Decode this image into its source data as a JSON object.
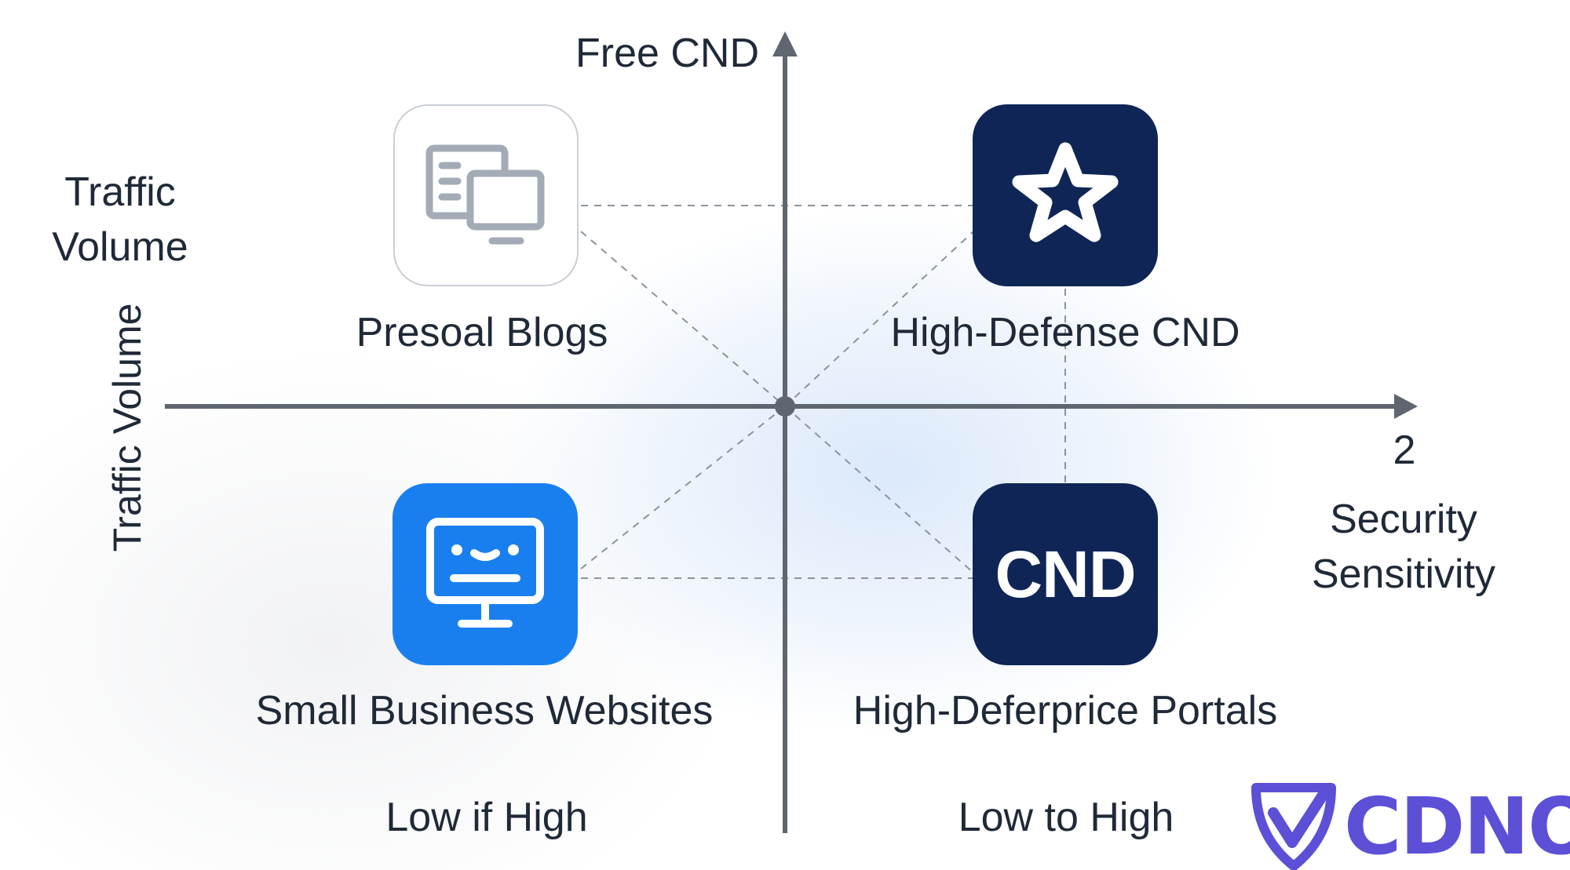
{
  "axes": {
    "y_top_label": "Free CND",
    "y_left_label": "Traffic Volume",
    "y_rotated_label": "Traffic Volume",
    "x_tick": "2",
    "x_label": "Security Sensitivity"
  },
  "quadrants": {
    "top_left": {
      "label": "Presoal Blogs",
      "icon": "devices-icon"
    },
    "top_right": {
      "label": "High-Defense CND",
      "icon": "star-icon"
    },
    "bottom_left": {
      "label": "Small Business Websites",
      "icon": "smiling-monitor-icon"
    },
    "bottom_right": {
      "label": "High-Deferprice Portals",
      "tile_text": "CND"
    }
  },
  "bottom_captions": {
    "left": "Low if High",
    "right": "Low to High"
  },
  "logo": {
    "text": "CDNO",
    "icon": "shield-check-icon"
  },
  "colors": {
    "axis": "#5f6670",
    "tile_blue": "#1a7fee",
    "tile_navy": "#0f2556",
    "logo_purple": "#5b50d6"
  }
}
